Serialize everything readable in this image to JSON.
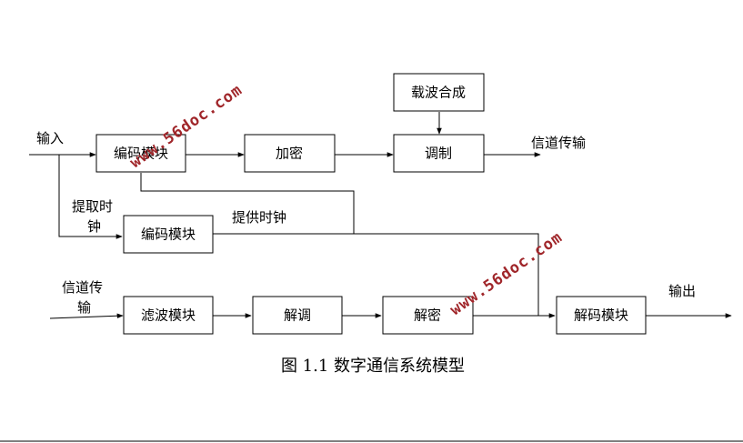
{
  "diagram": {
    "blocks": {
      "encoder_top": "编码模块",
      "encrypt": "加密",
      "carrier": "载波合成",
      "modulate": "调制",
      "encoder_mid": "编码模块",
      "filter": "滤波模块",
      "demodulate": "解调",
      "decrypt": "解密",
      "decoder": "解码模块"
    },
    "labels": {
      "input": "输入",
      "channel_out": "信道传输",
      "extract_clock_1": "提取时",
      "extract_clock_2": "钟",
      "provide_clock": "提供时钟",
      "channel_in_1": "信道传",
      "channel_in_2": "输",
      "output": "输出"
    },
    "caption": "图 1.1 数字通信系统模型",
    "watermark": {
      "text": "www.56doc.com",
      "color": "#a0262a"
    }
  }
}
